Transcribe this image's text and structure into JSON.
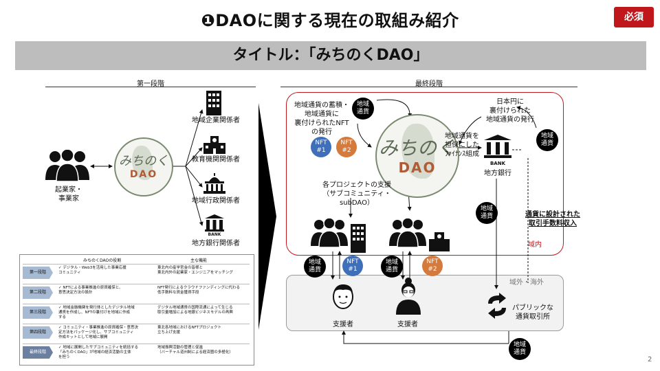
{
  "header": {
    "title": "❶DAOに関する現在の取組み紹介",
    "badge": "必須",
    "banner": "タイトル：「みちのくDAO」"
  },
  "logo": {
    "line1": "みちのく",
    "line2": "DAO"
  },
  "stage_first": {
    "heading": "第一段階",
    "founder": "起業家・\n事業家",
    "stakeholders": [
      "地域企業関係者",
      "教育機関関係者",
      "地域行政関係者",
      "地方銀行関係者"
    ],
    "bank_label": "BANK"
  },
  "stage_final": {
    "heading": "最終段階",
    "issue_text": "地域通貨の蓄積・\n地域通貨に\n裏付けられたNFT\nの発行",
    "coin": "地域\n通貨",
    "nft1": "NFT\n#1",
    "nft2": "NFT\n#2",
    "collateral_text": "地域通貨を\n担保にした\nﾌｧｲﾅﾝｽ組成",
    "yen_text": "日本円に\n裏付けられた\n地域通貨の発行",
    "bank_label": "BANK",
    "regional_bank": "地方銀行",
    "support_text": "各プロジェクトの支援\n（サブコミュニティ・\nsubDAO）",
    "fee_text": "通貨に設計された\n取引手数料収入",
    "inside": "域内",
    "outside": "域外・海外",
    "supporter": "支援者",
    "exchange": "パブリックな\n通貨取引所"
  },
  "table": {
    "headers": [
      "みちのくDAOの役割",
      "主な機能"
    ],
    "rows": [
      {
        "stage": "第一段階",
        "role": "✓ デジタル・Web3を活用した事業応援\nコミュニティ",
        "function": "東北内の産学官金の皆様と\n東北内外の起業家・エンジニアをマッチング"
      },
      {
        "stage": "第二段階",
        "role": "✓ NFTによる事業推進の原資確保と、\n意思決定方法の設計",
        "function": "NFT発行によるクラウドファンディングに代わる\n低手数料な資金獲得手段"
      },
      {
        "stage": "第三段階",
        "role": "✓ 地域金融機関を発行体としたデジタル地域\n通貨を作成し、NFTの裏付けを地域に作成\nする",
        "function": "デジタル地域通貨の国際流通によって生じる\n取引量増加による地銀ビジネスモデルの再興"
      },
      {
        "stage": "第四段階",
        "role": "✓ コミュニティ・事業推進の原資確保・意思決\n定方法をパッケージ化し、サブコミュニティ\n作成キットとして地域に展開",
        "function": "東北各地域におけるNFTプロジェクト\n立ち上げ支援"
      },
      {
        "stage": "最終段階",
        "role": "✓ 地域に展開したサブコミュニティを統括する\n「みちのくDAO」が地域の経済活動の主体\nを担う",
        "function": "地域振興活動の管理と促進\n（バーチャル道州制による経済圏の多極化）"
      }
    ]
  },
  "page_number": "2"
}
